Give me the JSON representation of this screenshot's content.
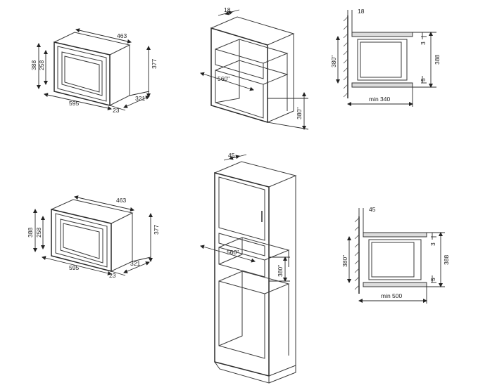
{
  "diagram_1": {
    "width_label": "595",
    "depth_label": "463",
    "height_outer_label": "388",
    "height_inner_label": "258",
    "height_body_label": "377",
    "depth_body_label": "321",
    "door_label": "23"
  },
  "diagram_2": {
    "top_label": "18",
    "width_label": "560\"",
    "height_label": "380\""
  },
  "diagram_3": {
    "top_label": "18",
    "height_label": "380\"",
    "height_full_label": "388",
    "gap_top_label": "3",
    "gap_bottom_label": "5",
    "depth_label": "min 340"
  },
  "diagram_4": {
    "width_label": "595",
    "depth_label": "463",
    "height_outer_label": "388",
    "height_inner_label": "258",
    "height_body_label": "377",
    "depth_body_label": "321",
    "door_label": "23"
  },
  "diagram_5": {
    "top_label": "45",
    "width_label": "560\"",
    "height_label": "380\""
  },
  "diagram_6": {
    "top_label": "45",
    "height_label": "380\"",
    "height_full_label": "388",
    "gap_top_label": "3",
    "gap_bottom_label": "5",
    "depth_label": "min 500"
  }
}
